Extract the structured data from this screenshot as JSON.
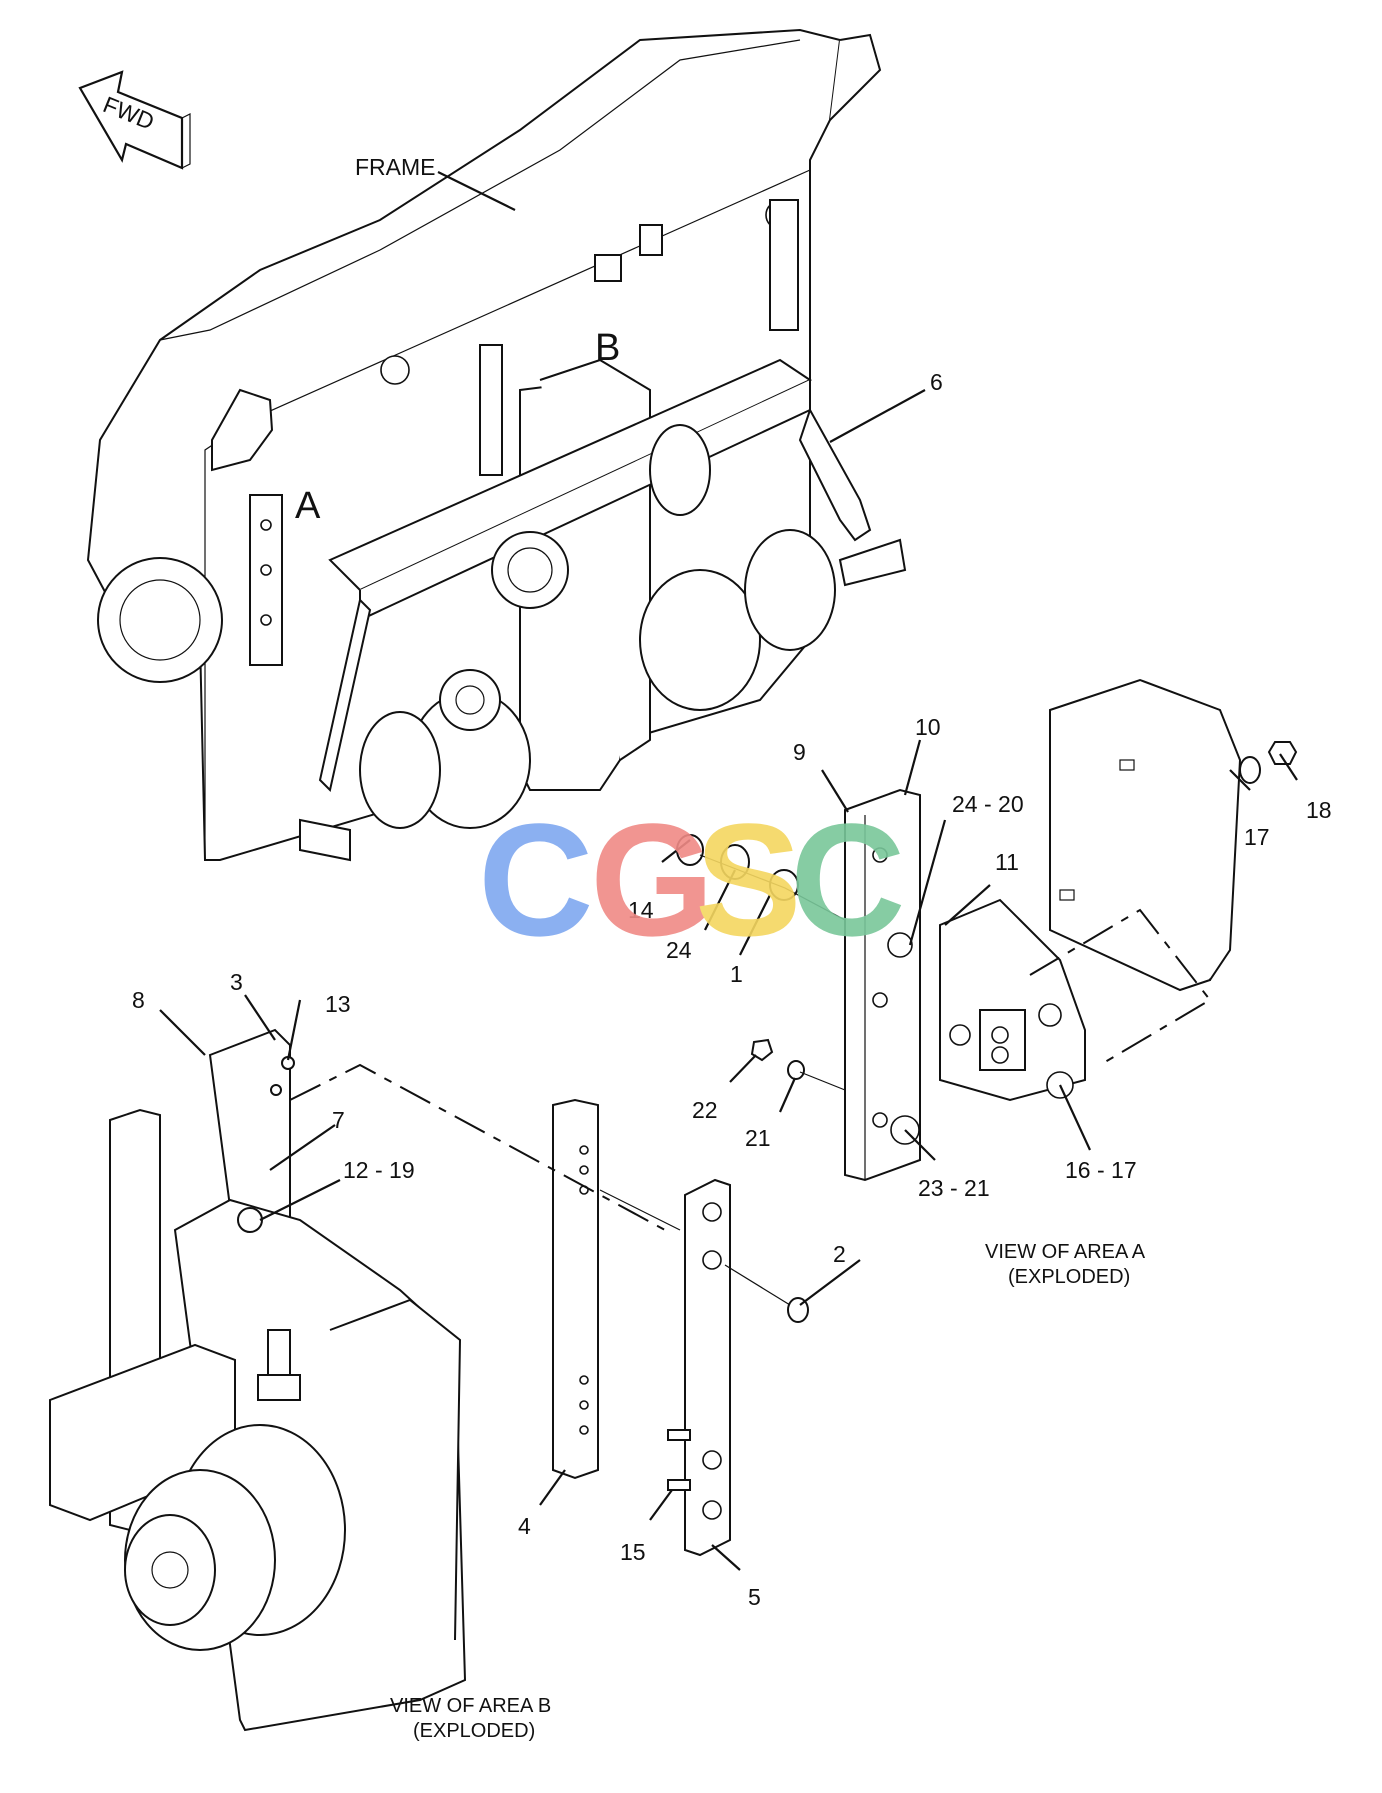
{
  "labels": {
    "fwd": "FWD",
    "frame": "FRAME",
    "area_a": "A",
    "area_b": "B",
    "view_a_line1": "VIEW OF AREA A",
    "view_a_line2": "(EXPLODED)",
    "view_b_line1": "VIEW OF AREA B",
    "view_b_line2": "(EXPLODED)"
  },
  "callouts": {
    "c1": "1",
    "c2": "2",
    "c3": "3",
    "c4": "4",
    "c5": "5",
    "c6": "6",
    "c7": "7",
    "c8": "8",
    "c9": "9",
    "c10": "10",
    "c11": "11",
    "c12_19": "12 - 19",
    "c13": "13",
    "c14": "14",
    "c15": "15",
    "c16_17": "16 - 17",
    "c17": "17",
    "c18": "18",
    "c21": "21",
    "c22": "22",
    "c23_21": "23 - 21",
    "c24": "24",
    "c24_20": "24 - 20"
  },
  "watermark": {
    "text": [
      "C",
      "G",
      "S",
      "C"
    ],
    "colors": [
      "#7fa8f0",
      "#f08a86",
      "#f5d760",
      "#79c79a"
    ]
  }
}
